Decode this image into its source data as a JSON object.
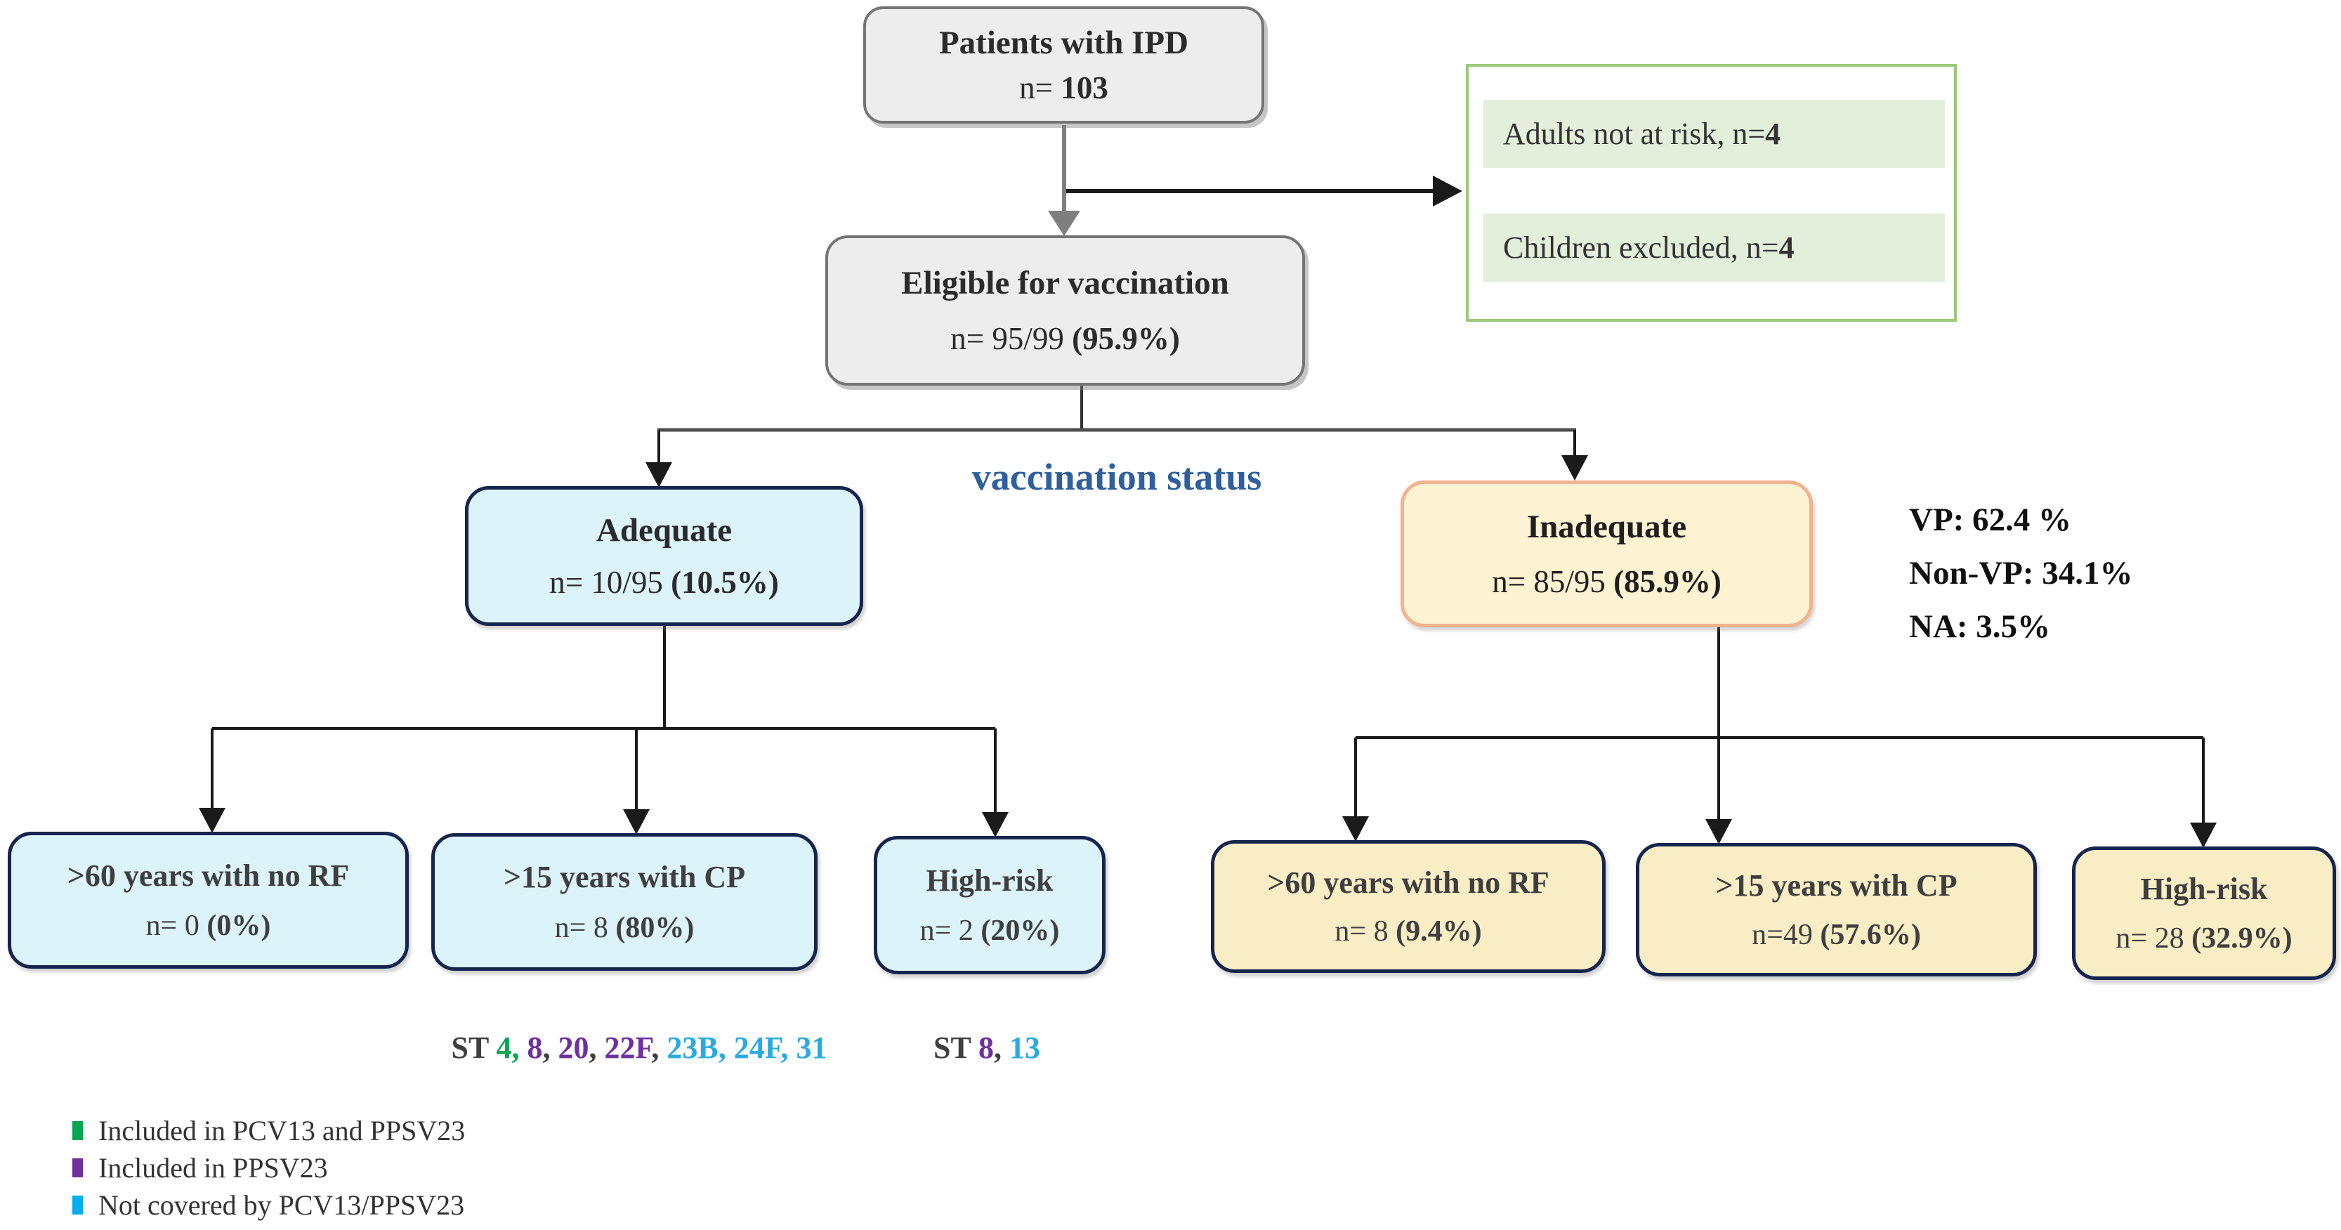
{
  "colors": {
    "gray_box_bg": "#ededed",
    "gray_box_border": "#757575",
    "cyan_box_bg": "#dcf3fa",
    "cream_box_bg": "#fdf2d2",
    "cream_navy_box_bg": "#f9edc6",
    "navy_border": "#16254e",
    "peach_border": "#f2b38e",
    "green_panel_border": "#9cc87b",
    "green_row_bg": "#e3efda",
    "branch_label_blue": "#2e5f9e",
    "serotype_green": "#00a651",
    "serotype_purple": "#7030a0",
    "serotype_cyan": "#29abe2"
  },
  "flow": {
    "patients": {
      "title": "Patients with IPD",
      "n_prefix": "n= ",
      "n_bold": "103"
    },
    "exclusions": {
      "row1_text": "Adults not at risk, n= ",
      "row1_bold": "4",
      "row2_text": "Children excluded, n=",
      "row2_bold": "4"
    },
    "eligible": {
      "title": "Eligible for vaccination",
      "n_prefix": "n= 95/99 ",
      "n_bold": "(95.9%)"
    },
    "branch_label": "vaccination status",
    "adequate": {
      "title": "Adequate",
      "n_prefix": "n= 10/95 ",
      "n_bold": "(10.5%)"
    },
    "inadequate": {
      "title": "Inadequate",
      "n_prefix": "n= 85/95 ",
      "n_bold": "(85.9%)"
    },
    "vp_stats": {
      "line1": "VP: 62.4 %",
      "line2": "Non-VP: 34.1%",
      "line3": "NA: 3.5%"
    },
    "adequate_children": [
      {
        "title": ">60 years with no RF",
        "n_prefix": "n= 0 ",
        "n_bold": "(0%)"
      },
      {
        "title": ">15 years with CP",
        "n_prefix": "n= 8 ",
        "n_bold": "(80%)"
      },
      {
        "title": "High-risk",
        "n_prefix": "n= 2 ",
        "n_bold": "(20%)"
      }
    ],
    "inadequate_children": [
      {
        "title": ">60 years with no RF",
        "n_prefix": "n= 8 ",
        "n_bold": "(9.4%)"
      },
      {
        "title": ">15 years with CP",
        "n_prefix": "n=49 ",
        "n_bold": "(57.6%)"
      },
      {
        "title": "High-risk",
        "n_prefix": "n= 28 ",
        "n_bold": "(32.9%)"
      }
    ]
  },
  "serotypes": {
    "group1": {
      "segments": [
        {
          "text": "ST ",
          "class": "dark"
        },
        {
          "text": "4,",
          "class": "green"
        },
        {
          "text": " 8",
          "class": "purple"
        },
        {
          "text": ", ",
          "class": "dark"
        },
        {
          "text": "20",
          "class": "purple"
        },
        {
          "text": ", ",
          "class": "dark"
        },
        {
          "text": "22F",
          "class": "purple"
        },
        {
          "text": ", ",
          "class": "dark"
        },
        {
          "text": "23B, 24F, 31",
          "class": "cyan"
        }
      ]
    },
    "group2": {
      "segments": [
        {
          "text": "ST ",
          "class": "dark"
        },
        {
          "text": "8",
          "class": "purple"
        },
        {
          "text": ", ",
          "class": "dark"
        },
        {
          "text": "13",
          "class": "cyan"
        }
      ]
    }
  },
  "legend": {
    "items": [
      {
        "label": "Included in PCV13 and PPSV23",
        "color": "#00a651"
      },
      {
        "label": "Included in PPSV23",
        "color": "#7030a0"
      },
      {
        "label": "Not covered by PCV13/PPSV23",
        "color": "#00aeef"
      }
    ]
  }
}
